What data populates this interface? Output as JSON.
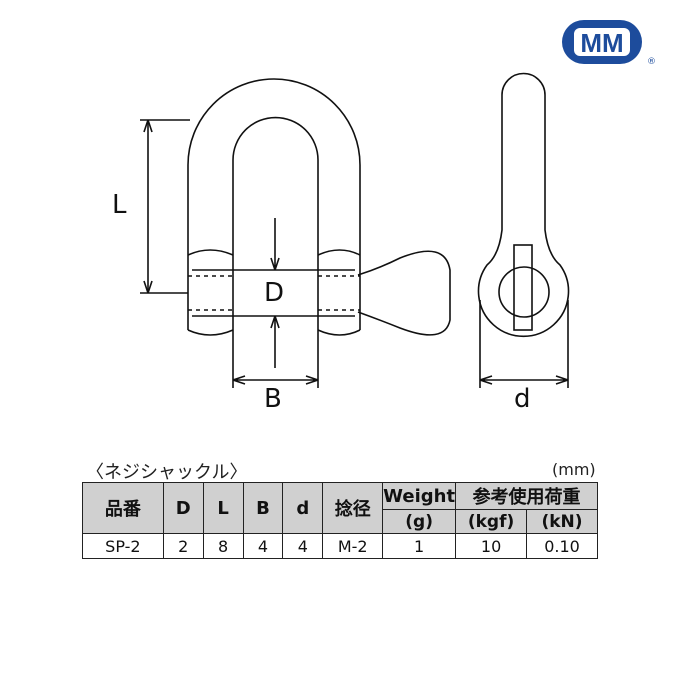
{
  "logo": {
    "text": "MM",
    "registered": "®",
    "color": "#1d4c9c"
  },
  "diagram": {
    "labels": {
      "L": "L",
      "D": "D",
      "B": "B",
      "d": "d"
    }
  },
  "table": {
    "caption": "〈ネジシャックル〉",
    "unit": "(mm)",
    "headers": [
      "品番",
      "D",
      "L",
      "B",
      "d",
      "捻径",
      "Weight",
      "参考使用荷重"
    ],
    "weight_unit": "(g)",
    "load_units": [
      "(kgf)",
      "(kN)"
    ],
    "rows": [
      [
        "SP-2",
        "2",
        "8",
        "4",
        "4",
        "M-2",
        "1",
        "10",
        "0.10"
      ]
    ]
  }
}
